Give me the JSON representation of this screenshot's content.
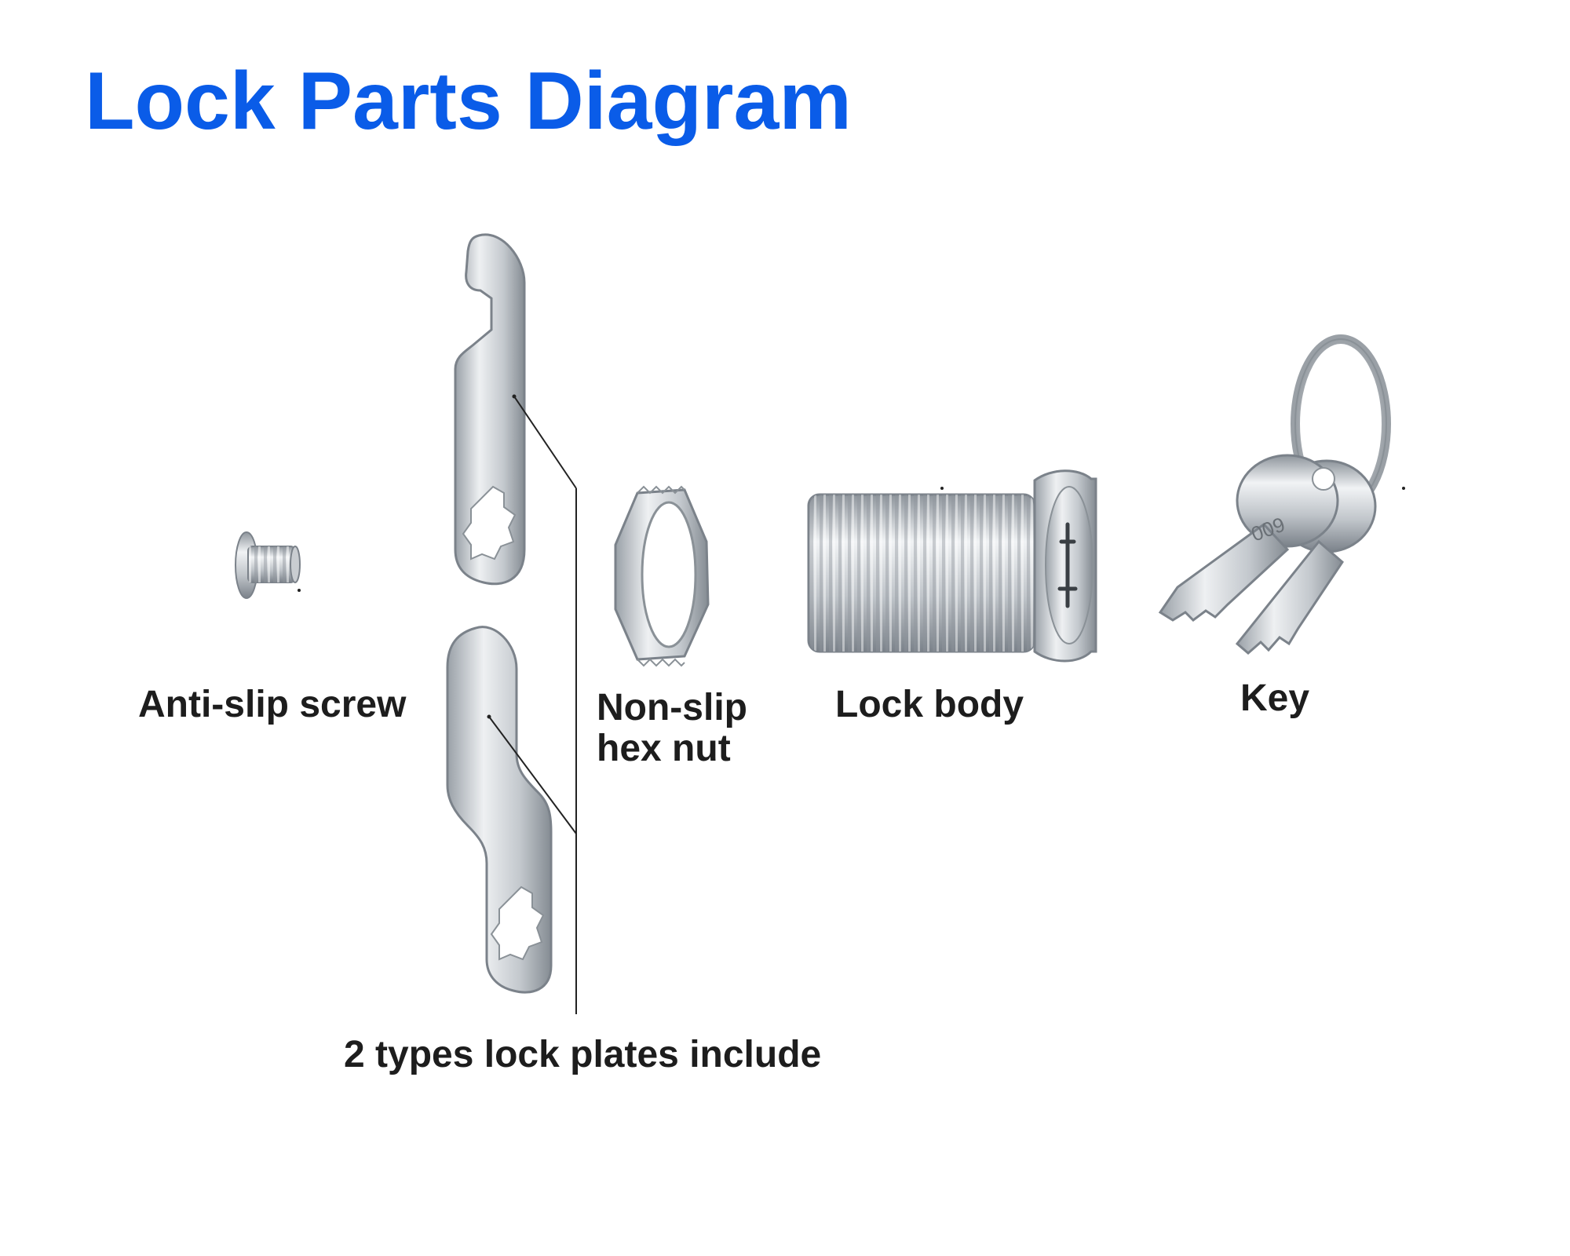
{
  "title": "Lock Parts Diagram",
  "parts": {
    "screw": "Anti-slip screw",
    "nut_line1": "Non-slip",
    "nut_line2": "hex nut",
    "body": "Lock body",
    "key": "Key",
    "plates": "2 types lock plates include"
  },
  "key_code": "009",
  "colors": {
    "title": "#0a5ce8",
    "label": "#1d1d1d",
    "metal_light": "#e9ecef",
    "metal_mid": "#b9bfc5",
    "metal_dark": "#7d848b"
  }
}
